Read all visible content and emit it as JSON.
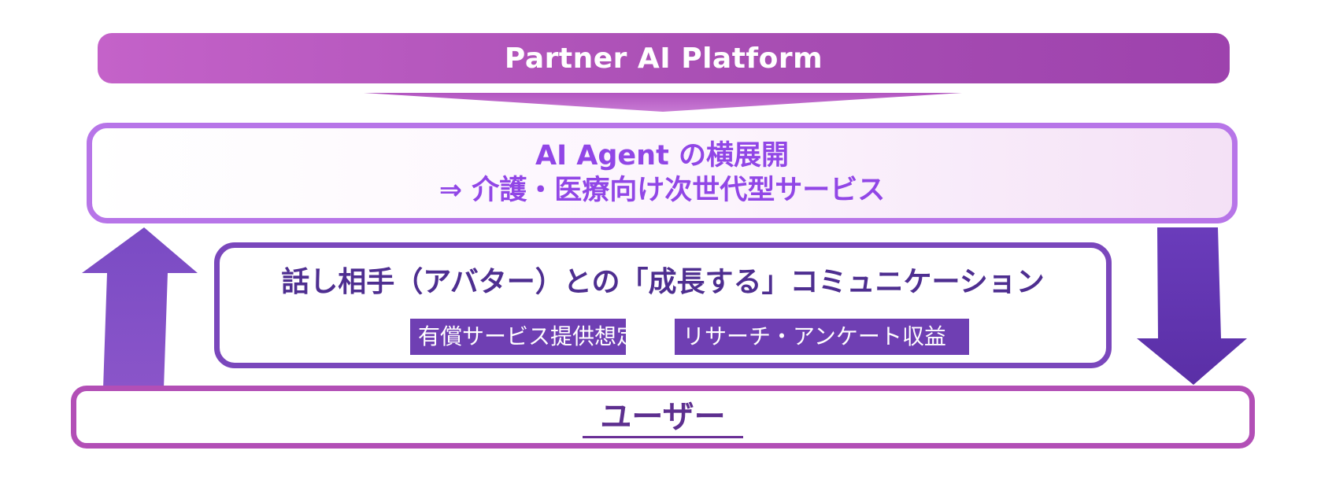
{
  "platform": {
    "title": "Partner AI Platform"
  },
  "agent": {
    "line1": "AI Agent の横展開",
    "line2": "⇒ 介護・医療向け次世代型サービス"
  },
  "communication": {
    "title": "話し相手（アバター）との「成長する」コミュニケーション",
    "tags": [
      "有償サービス提供想定",
      "リサーチ・アンケート収益"
    ]
  },
  "user": {
    "label": "ユーザー"
  },
  "colors": {
    "platform_gradient_start": "#c462c9",
    "platform_gradient_end": "#9d42ad",
    "agent_border": "#b775e8",
    "agent_text": "#9146e6",
    "comm_border": "#7a47bc",
    "comm_text": "#4e2e90",
    "tag_background": "#6f3fb3",
    "user_border": "#b24fb6",
    "user_text": "#5d2f8f",
    "arrow": "#6b3db8"
  }
}
